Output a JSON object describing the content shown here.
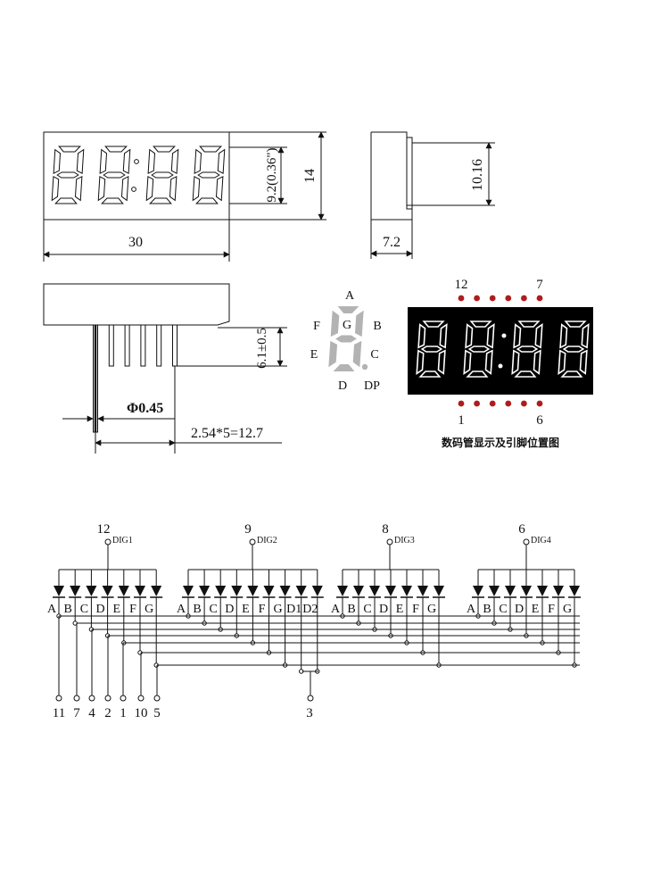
{
  "dimensions": {
    "width_label": "30",
    "height_label": "14",
    "digit_height_label": "9.2(0.36\")",
    "depth_label": "7.2",
    "pin_length_label": "10.16",
    "pin_stub_label": "6.1±0.5",
    "pin_diameter_label": "Φ0.45",
    "pitch_label": "2.54*5=12.7"
  },
  "segment_legend": {
    "labels": {
      "A": "A",
      "B": "B",
      "C": "C",
      "D": "D",
      "E": "E",
      "F": "F",
      "G": "G",
      "DP": "DP"
    }
  },
  "pin_map": {
    "top_left": "12",
    "top_right": "7",
    "bottom_left": "1",
    "bottom_right": "6",
    "caption": "数码管显示及引脚位置图"
  },
  "schematic": {
    "digits": [
      {
        "pin": "12",
        "label": "DIG1",
        "segments": [
          "A",
          "B",
          "C",
          "D",
          "E",
          "F",
          "G"
        ]
      },
      {
        "pin": "9",
        "label": "DIG2",
        "segments": [
          "A",
          "B",
          "C",
          "D",
          "E",
          "F",
          "G",
          "D1",
          "D2"
        ]
      },
      {
        "pin": "8",
        "label": "DIG3",
        "segments": [
          "A",
          "B",
          "C",
          "D",
          "E",
          "F",
          "G"
        ]
      },
      {
        "pin": "6",
        "label": "DIG4",
        "segments": [
          "A",
          "B",
          "C",
          "D",
          "E",
          "F",
          "G"
        ]
      }
    ],
    "bottom_pins": [
      "11",
      "7",
      "4",
      "2",
      "1",
      "10",
      "5"
    ],
    "colon_pin": "3"
  },
  "colors": {
    "line": "#111111",
    "led_on": "#ffffff",
    "led_background": "#000000",
    "segment_grey": "#b3b3b3",
    "pin_dot": "#b01c1c"
  }
}
